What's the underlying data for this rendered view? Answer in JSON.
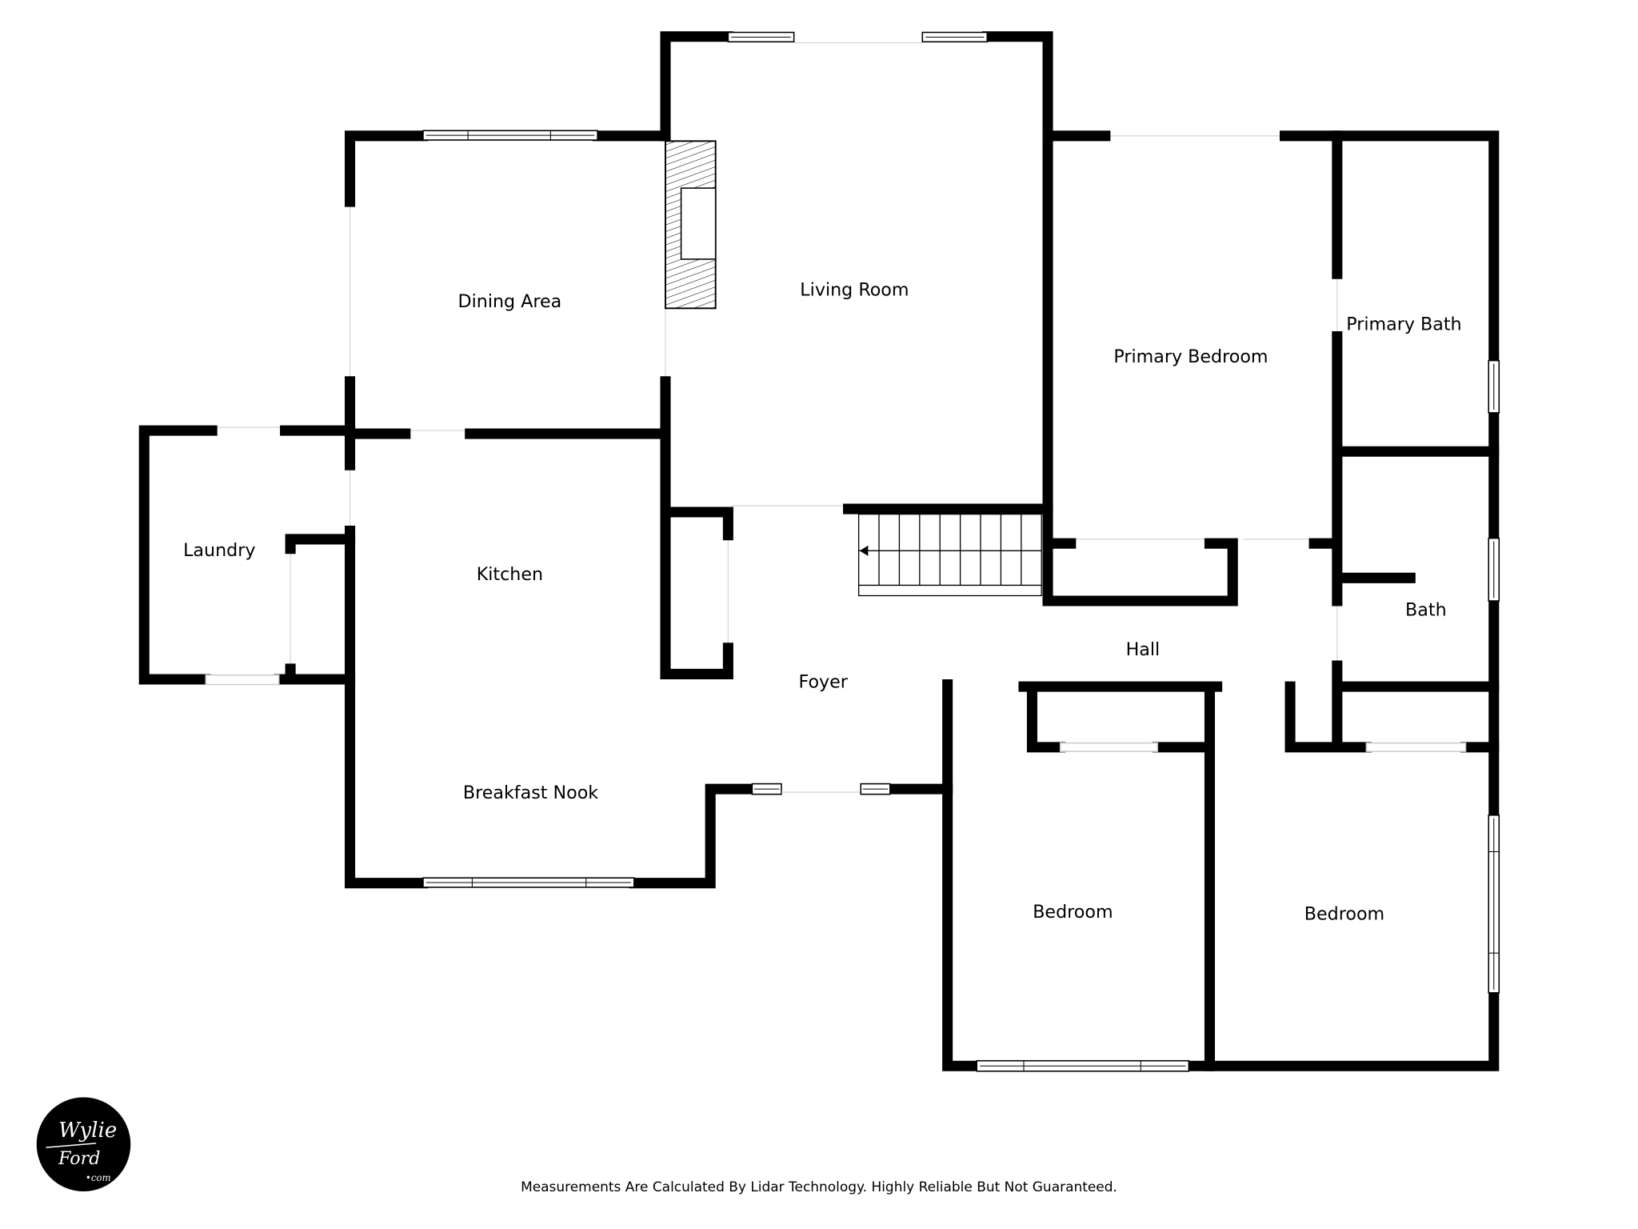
{
  "rooms": {
    "living_room": "Living Room",
    "dining_area": "Dining Area",
    "primary_bedroom": "Primary Bedroom",
    "primary_bath": "Primary Bath",
    "laundry": "Laundry",
    "kitchen": "Kitchen",
    "foyer": "Foyer",
    "hall": "Hall",
    "bath": "Bath",
    "breakfast_nook": "Breakfast Nook",
    "bedroom_1": "Bedroom",
    "bedroom_2": "Bedroom"
  },
  "logo": {
    "line1": "Wylie",
    "line2": "Ford",
    "line3": "•com"
  },
  "disclaimer": "Measurements Are Calculated By Lidar Technology. Highly Reliable But Not Guaranteed."
}
